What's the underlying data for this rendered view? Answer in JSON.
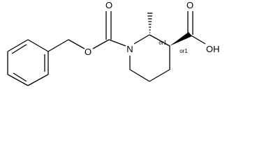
{
  "molecule": {
    "atom_labels": {
      "carbamate_carbonyl_oxygen": "O",
      "carbamate_ether_oxygen": "O",
      "ring_nitrogen": "N",
      "acid_carbonyl_oxygen": "O",
      "acid_hydroxyl": "OH"
    },
    "stereo_labels": {
      "c2": "or1",
      "c3": "or1"
    },
    "stereo_bonds": {
      "c2_methyl": "hashed-wedge",
      "c3_carboxyl": "bold-wedge"
    }
  }
}
